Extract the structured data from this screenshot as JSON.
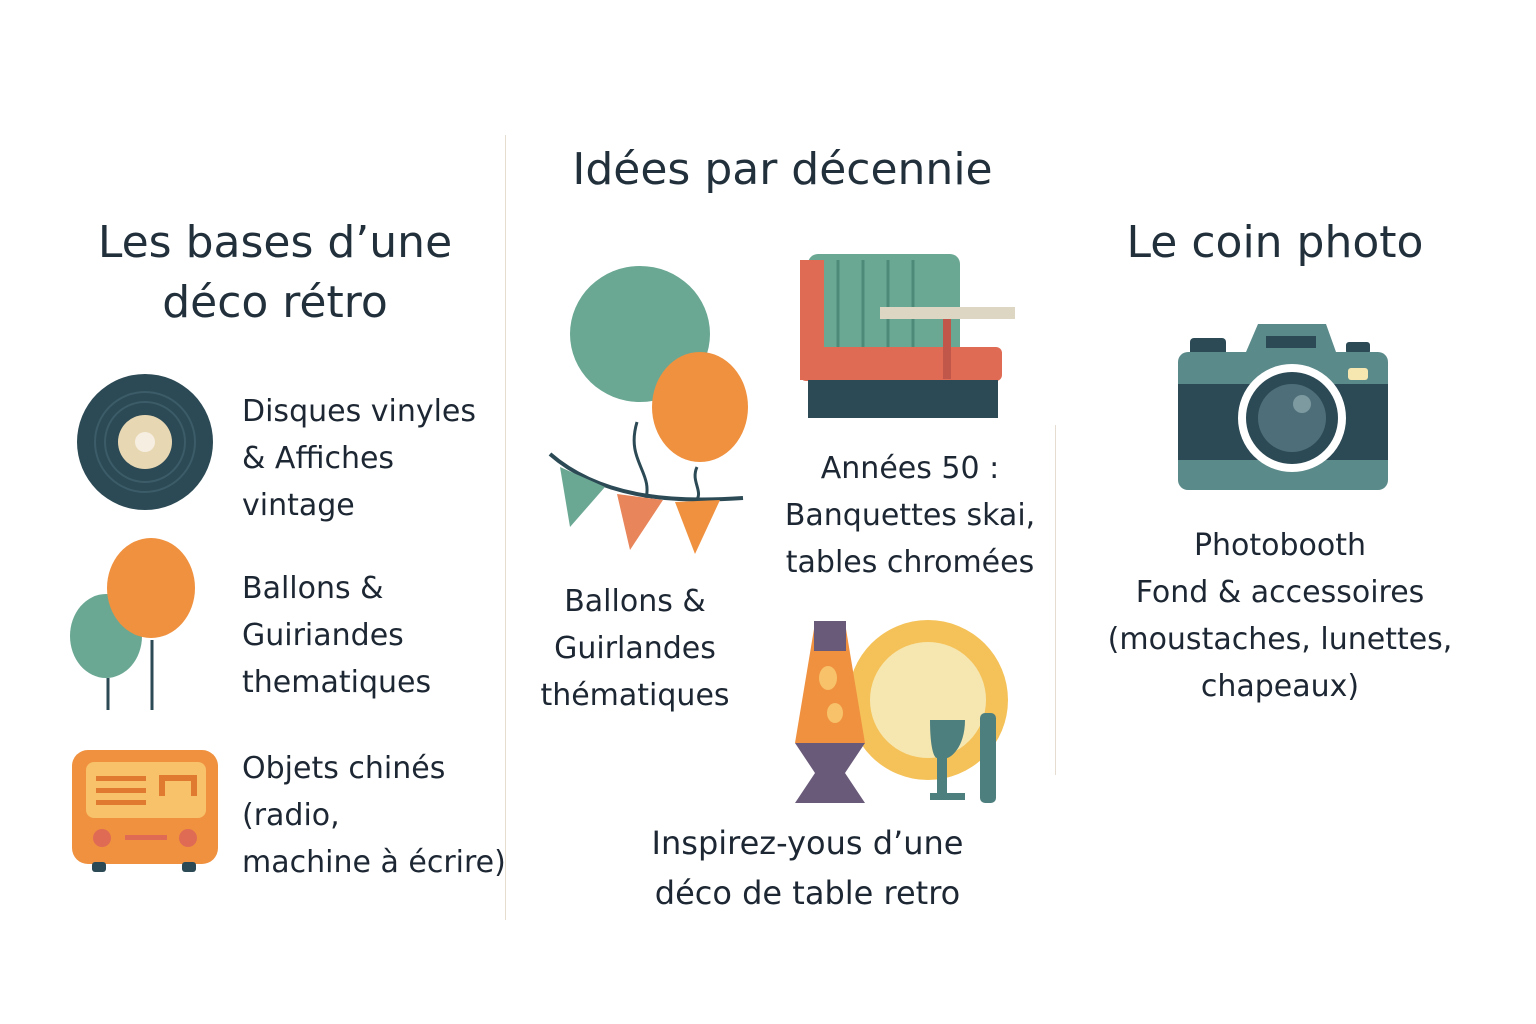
{
  "columns": {
    "left": {
      "title": "Les bases d’une\ndéco rétro",
      "items": [
        {
          "icon": "vinyl-record-icon",
          "text": "Disques vinyles\n& Affiches\nvintage"
        },
        {
          "icon": "balloons-icon",
          "text": "Ballons &\nGuiriandes\nthematiques"
        },
        {
          "icon": "radio-icon",
          "text": "Objets chinés\n(radio,\nmachine à écrire)"
        }
      ]
    },
    "middle": {
      "title": "Idées par décennie",
      "balloons_caption": "Ballons &\nGuirlandes\nthématiques",
      "fifties_caption": "Années 50 :\nBanquettes skai,\ntables chromées",
      "table_caption": "Inspirez-yous d’une\ndéco de table retro"
    },
    "right": {
      "title": "Le coin photo",
      "caption": "Photobooth\nFond & accessoires\n(moustaches, lunettes,\nchapeaux)"
    }
  },
  "colors": {
    "teal": "#6aa893",
    "orange": "#f0913f",
    "dark": "#2c4a55",
    "red": "#e06b55",
    "yellow": "#f5c25a"
  }
}
